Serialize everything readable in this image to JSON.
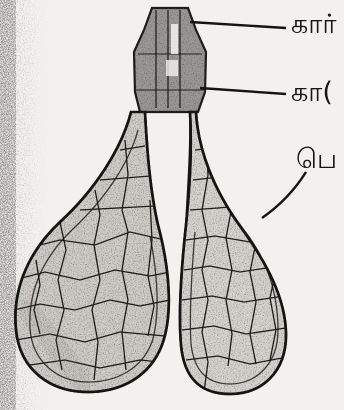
{
  "diagram": {
    "labels": [
      {
        "text": "கார்"
      },
      {
        "text": "கா("
      },
      {
        "text": "பெ"
      }
    ]
  }
}
